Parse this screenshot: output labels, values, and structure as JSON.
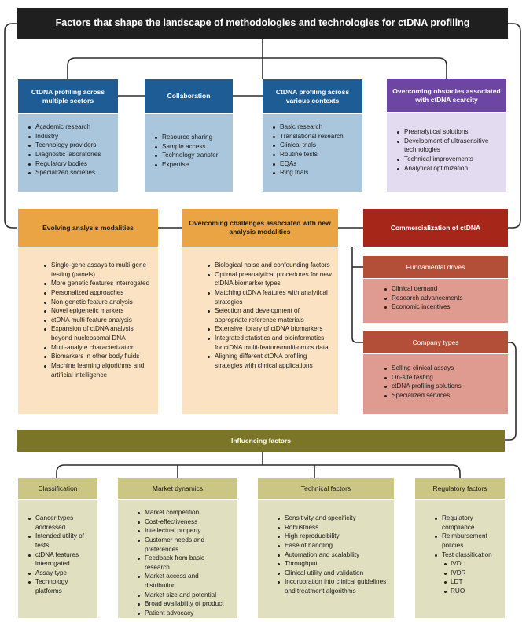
{
  "title": "Factors that shape the landscape of methodologies and technologies for ctDNA profiling",
  "colors": {
    "title_bg": "#1f1f1f",
    "blue_header": "#1d5c94",
    "blue_body": "#a9c6dc",
    "purple_header": "#6d46a3",
    "purple_body": "#e3dbef",
    "orange_header": "#eaa444",
    "orange_body": "#fae2c2",
    "red_header": "#a6261a",
    "rust_header": "#b34e38",
    "rust_body": "#df9b8f",
    "olive_bar": "#7a7527",
    "olive_header": "#cbc684",
    "olive_body": "#e0dfbf"
  },
  "sectors": {
    "title": "CtDNA profiling across multiple sectors",
    "items": [
      "Academic research",
      "Industry",
      "Technology providers",
      "Diagnostic laboratories",
      "Regulatory bodies",
      "Specialized societies"
    ]
  },
  "collaboration": {
    "title": "Collaboration",
    "items": [
      "Resource sharing",
      "Sample access",
      "Technology transfer",
      "Expertise"
    ]
  },
  "contexts": {
    "title": "CtDNA profiling across various contexts",
    "items": [
      "Basic research",
      "Translational research",
      "Clinical trials",
      "Routine tests",
      "EQAs",
      "Ring trials"
    ]
  },
  "scarcity": {
    "title": "Overcoming obstacles associated with ctDNA scarcity",
    "items": [
      "Preanalytical solutions",
      "Development of ultrasensitive technologies",
      "Technical improvements",
      "Analytical optimization"
    ]
  },
  "modalities": {
    "title": "Evolving analysis modalities",
    "items": [
      "Single-gene assays to multi-gene testing (panels)",
      "More genetic features interrogated",
      "Personalized approaches",
      "Non-genetic feature analysis",
      "Novel epigenetic markers",
      "ctDNA multi-feature analysis",
      "Expansion of ctDNA analysis beyond nucleosomal DNA",
      "Multi-analyte characterization",
      "Biomarkers in other body fluids",
      "Machine learning algorithms and artificial intelligence"
    ]
  },
  "challenges": {
    "title": "Overcoming challenges associated with new analysis modalities",
    "items": [
      "Biological noise and confounding factors",
      "Optimal preanalytical procedures for new ctDNA biomarker types",
      "Matching ctDNA features with analytical strategies",
      "Selection and development of appropriate reference materials",
      "Extensive library of ctDNA biomarkers",
      "Integrated statistics and bioinformatics for ctDNA multi-feature/multi-omics data",
      "Aligning different ctDNA profiling strategies with clinical applications"
    ]
  },
  "commercialization": {
    "title": "Commercialization of ctDNA"
  },
  "drives": {
    "title": "Fundamental drives",
    "items": [
      "Clinical demand",
      "Research advancements",
      "Economic incentives"
    ]
  },
  "company_types": {
    "title": "Company types",
    "items": [
      "Selling clinical assays",
      "On-site testing",
      "ctDNA profiling solutions",
      "Specialized services"
    ]
  },
  "influencing": {
    "title": "Influencing factors"
  },
  "classification": {
    "title": "Classification",
    "items": [
      "Cancer types addressed",
      "Intended utility of tests",
      "ctDNA features interrogated",
      "Assay type",
      "Technology platforms"
    ]
  },
  "market": {
    "title": "Market dynamics",
    "items": [
      "Market competition",
      "Cost-effectiveness",
      "Intellectual property",
      "Customer needs and preferences",
      "Feedback from basic research",
      "Market access and distribution",
      "Market size and potential",
      "Broad availability of product",
      "Patient advocacy"
    ]
  },
  "technical": {
    "title": "Technical factors",
    "items": [
      "Sensitivity and specificity",
      "Robustness",
      "High reproducibility",
      "Ease of handling",
      "Automation and scalability",
      "Throughput",
      "Clinical utility and validation",
      "Incorporation into clinical guidelines and treatment algorithms"
    ]
  },
  "regulatory": {
    "title": "Regulatory factors",
    "items": [
      "Regulatory compliance",
      "Reimbursement policies",
      "Test classification"
    ],
    "subitems": [
      "IVD",
      "IVDR",
      "LDT",
      "RUO"
    ]
  }
}
